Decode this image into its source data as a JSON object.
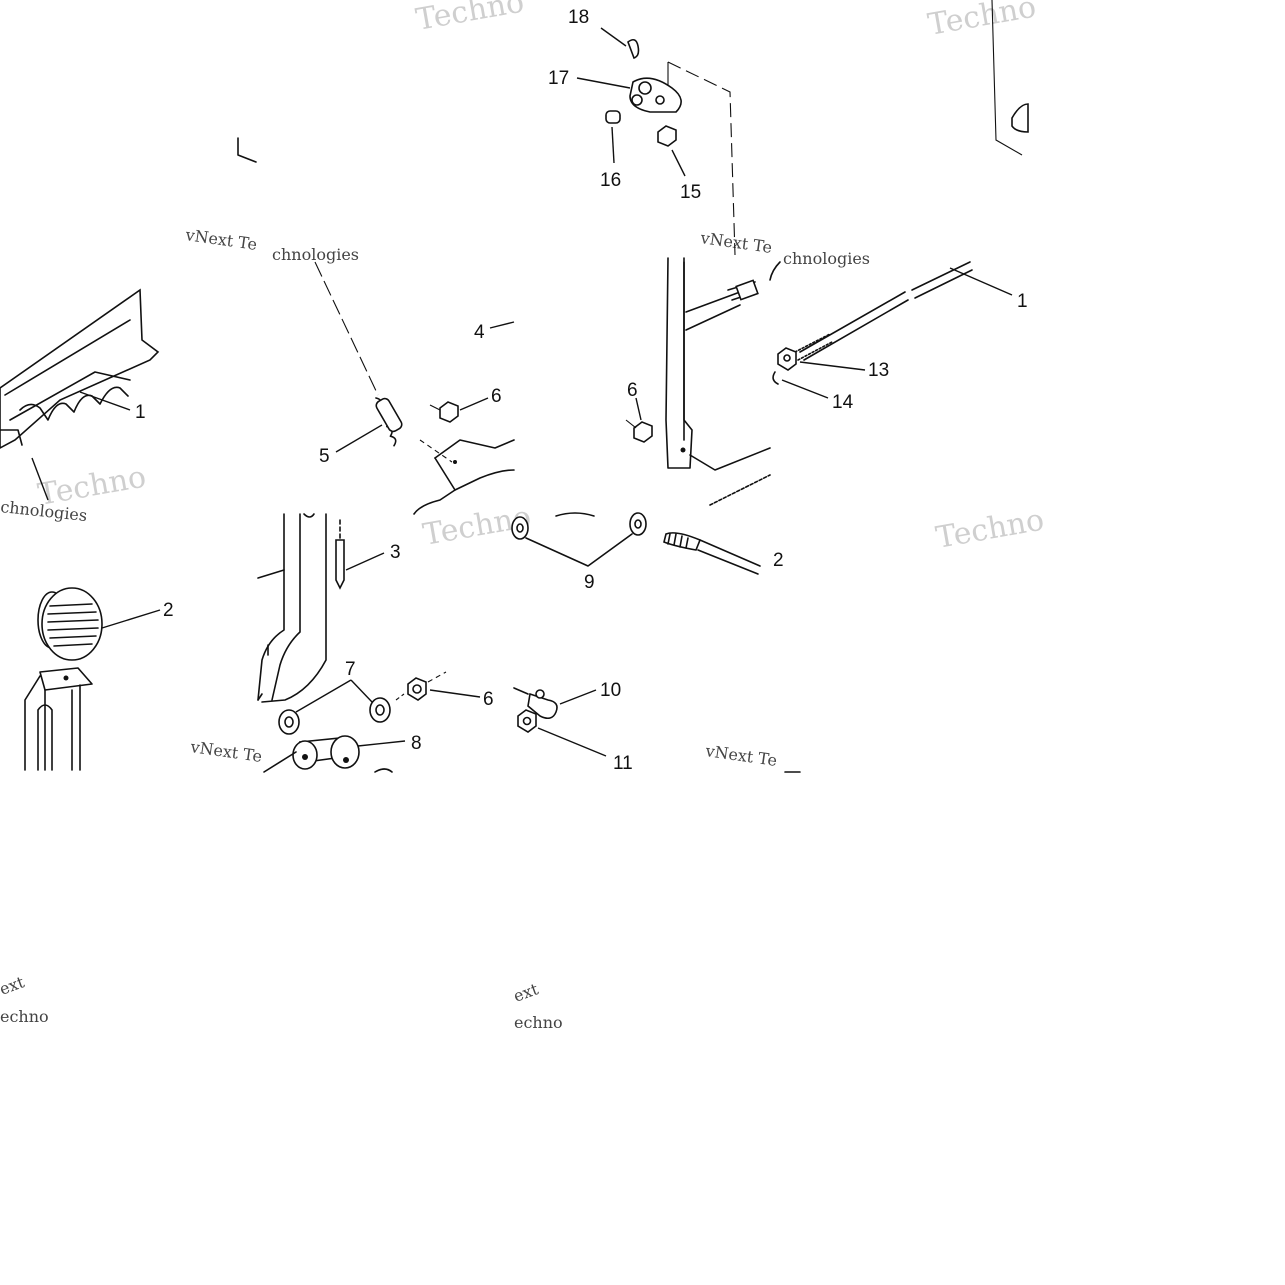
{
  "callouts": {
    "c18": "18",
    "c17": "17",
    "c16": "16",
    "c15": "15",
    "c4": "4",
    "c6_top": "6",
    "c5": "5",
    "c6_mid": "6",
    "c1_right": "1",
    "c13": "13",
    "c14": "14",
    "c1_left": "1",
    "c3": "3",
    "c2_right": "2",
    "c9": "9",
    "c2_left": "2",
    "c7": "7",
    "c6_bottom": "6",
    "c10": "10",
    "c8": "8",
    "c11": "11"
  },
  "watermarks": {
    "techno_1": "Techno",
    "techno_2": "Techno",
    "vnext_te_1": "vNext Te",
    "vnext_te_2": "vNext Te",
    "vnext_te_3": "vNext Te",
    "vnext_te_4": "vNext Te",
    "chnologies_1": "chnologies",
    "chnologies_2": "chnologies",
    "technologies_1": "chnologies",
    "techno_3": "Techno",
    "techno_4": "Techno",
    "techno_5": "Techno",
    "next_1": "ext",
    "next_2": "ext",
    "echno_1": "echno",
    "echno_2": "echno"
  }
}
